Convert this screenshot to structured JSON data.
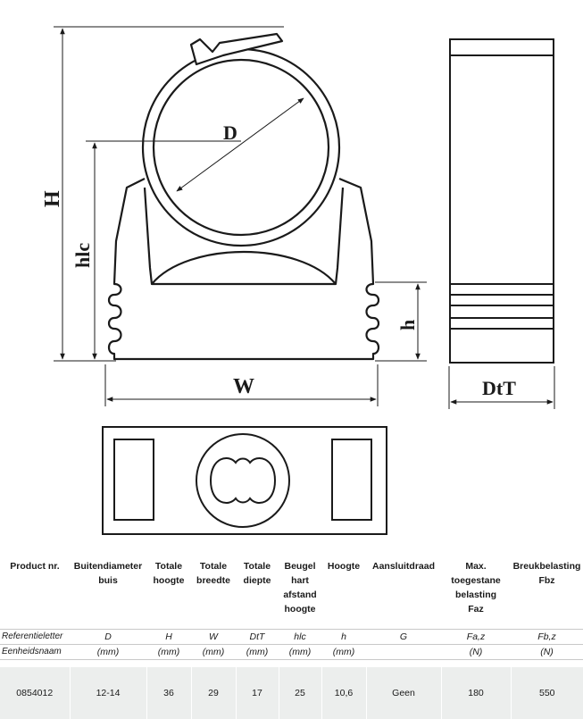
{
  "drawing": {
    "labels": {
      "D": "D",
      "H": "H",
      "hlc": "hlc",
      "h": "h",
      "W": "W",
      "DtT": "DtT"
    }
  },
  "table": {
    "headers": [
      [
        "Product nr."
      ],
      [
        "Buitendiameter",
        "buis"
      ],
      [
        "Totale",
        "hoogte"
      ],
      [
        "Totale",
        "breedte"
      ],
      [
        "Totale",
        "diepte"
      ],
      [
        "Beugel",
        "hart",
        "afstand",
        "hoogte"
      ],
      [
        "Hoogte"
      ],
      [
        "Aansluitdraad"
      ],
      [
        "Max.",
        "toegestane",
        "belasting",
        "Faz"
      ],
      [
        "Breukbelasting",
        "Fbz"
      ]
    ],
    "ref_row": [
      "Referentieletter",
      "D",
      "H",
      "W",
      "DtT",
      "hlc",
      "h",
      "G",
      "Fa,z",
      "Fb,z"
    ],
    "unit_row": [
      "Eenheidsnaam",
      "(mm)",
      "(mm)",
      "(mm)",
      "(mm)",
      "(mm)",
      "(mm)",
      "",
      "(N)",
      "(N)"
    ],
    "data_row": [
      "0854012",
      "12-14",
      "36",
      "29",
      "17",
      "25",
      "10,6",
      "Geen",
      "180",
      "550"
    ]
  }
}
